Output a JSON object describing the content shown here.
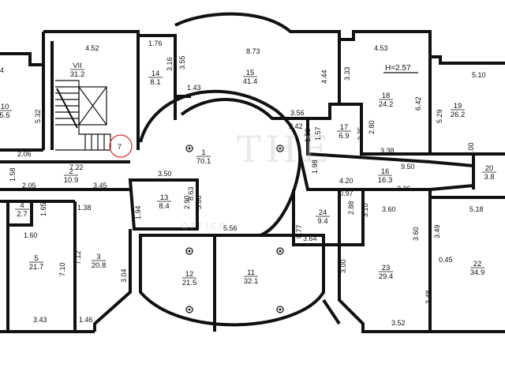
{
  "watermark": {
    "main": "THE",
    "sub": "OFFICE"
  },
  "height_label": "H=2.57",
  "stair_marker": "7",
  "rooms": [
    {
      "num": "VII",
      "area": "31.2"
    },
    {
      "num": "1",
      "area": "70.1"
    },
    {
      "num": "2",
      "area": "10.9"
    },
    {
      "num": "3",
      "area": "20.8"
    },
    {
      "num": "4",
      "area": "2.7"
    },
    {
      "num": "5",
      "area": "21.7"
    },
    {
      "num": "10",
      "area": "5.5"
    },
    {
      "num": "11",
      "area": "32.1"
    },
    {
      "num": "12",
      "area": "21.5"
    },
    {
      "num": "13",
      "area": "8.4"
    },
    {
      "num": "14",
      "area": "8.1"
    },
    {
      "num": "15",
      "area": "41.4"
    },
    {
      "num": "16",
      "area": "16.3"
    },
    {
      "num": "17",
      "area": "6.9"
    },
    {
      "num": "18",
      "area": "24.2"
    },
    {
      "num": "19",
      "area": "26.2"
    },
    {
      "num": "20",
      "area": "3.8"
    },
    {
      "num": "22",
      "area": "34.9"
    },
    {
      "num": "23",
      "area": "29.4"
    },
    {
      "num": "24",
      "area": "9.4"
    }
  ],
  "dimensions": [
    "4.52",
    "1.76",
    "8.73",
    "4.53",
    "5.10",
    "3.16",
    "3.55",
    "3.33",
    "4.44",
    "1.43",
    "3.56",
    "6.42",
    "5.32",
    "5.29",
    "2.42",
    "1.57",
    "1.52",
    "2.75",
    "2.80",
    "3.38",
    "2.06",
    "1.98",
    "9.50",
    "1.00",
    "7.22",
    "1.58",
    "2.05",
    "3.45",
    "3.50",
    "8.63",
    "4.20",
    "2.26",
    "0.97",
    "3.60",
    "5.18",
    "1.38",
    "1.65",
    "1.94",
    "2.90",
    "3.00",
    "2.88",
    "3.10",
    "3.49",
    "1.60",
    "7.12",
    "7.10",
    "0.77",
    "5.56",
    "3.64",
    "3.60",
    "0.45",
    "3.04",
    "3.00",
    "3.48",
    "3.43",
    "1.46",
    "3.52",
    "4"
  ]
}
